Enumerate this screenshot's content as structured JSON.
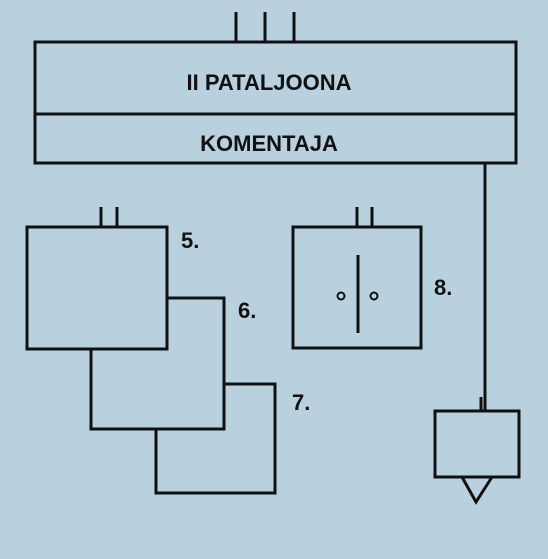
{
  "header": {
    "title": "II PATALJOONA",
    "subtitle": "KOMENTAJA"
  },
  "units": [
    {
      "number": "5."
    },
    {
      "number": "6."
    },
    {
      "number": "7."
    },
    {
      "number": "8."
    }
  ],
  "colors": {
    "background": "#b9d1df",
    "ink": "#111111"
  }
}
